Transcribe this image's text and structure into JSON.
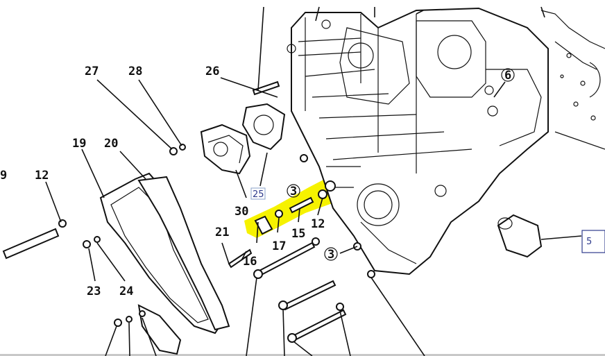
{
  "diagram": {
    "callouts": [
      {
        "id": "c27",
        "text": "27"
      },
      {
        "id": "c28",
        "text": "28"
      },
      {
        "id": "c26",
        "text": "26"
      },
      {
        "id": "c19",
        "text": "19"
      },
      {
        "id": "c20",
        "text": "20"
      },
      {
        "id": "c9",
        "text": "9"
      },
      {
        "id": "c12a",
        "text": "12"
      },
      {
        "id": "c25",
        "text": "25"
      },
      {
        "id": "c30",
        "text": "30"
      },
      {
        "id": "c3a",
        "text": "3"
      },
      {
        "id": "c12b",
        "text": "12"
      },
      {
        "id": "c15",
        "text": "15"
      },
      {
        "id": "c17",
        "text": "17"
      },
      {
        "id": "c16",
        "text": "16"
      },
      {
        "id": "c21",
        "text": "21"
      },
      {
        "id": "c23",
        "text": "23"
      },
      {
        "id": "c24",
        "text": "24"
      },
      {
        "id": "c3b",
        "text": "3"
      },
      {
        "id": "c6",
        "text": "6"
      },
      {
        "id": "c5",
        "text": "5"
      }
    ],
    "highlight_color": "#f6f200",
    "box_color": "#2e3b8c"
  }
}
